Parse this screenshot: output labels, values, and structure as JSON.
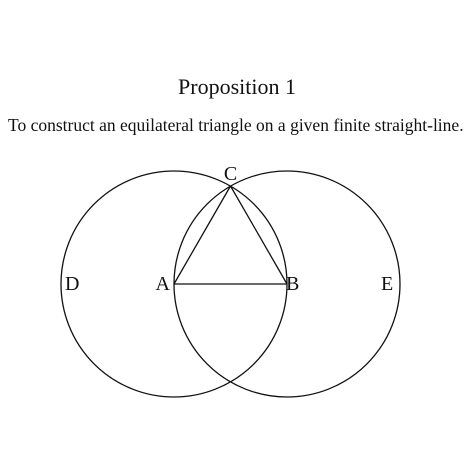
{
  "proposition": {
    "title": "Proposition 1",
    "statement": "To construct an equilateral triangle on a given finite straight-line."
  },
  "diagram": {
    "points": {
      "A": "A",
      "B": "B",
      "C": "C",
      "D": "D",
      "E": "E"
    },
    "stroke_color": "#111111"
  }
}
